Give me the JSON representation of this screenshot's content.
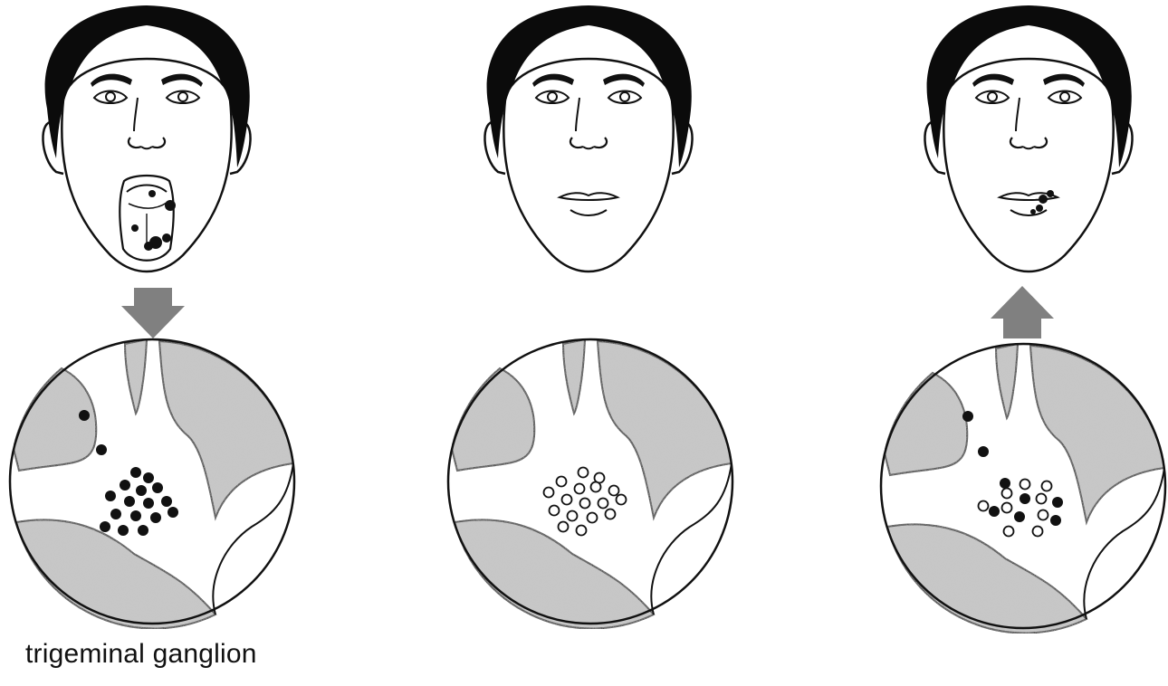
{
  "figure": {
    "label": "trigeminal ganglion",
    "panels": [
      {
        "name": "panel-active-infection",
        "face": "face-oral-lesions",
        "arrow": "down",
        "particles": "filled"
      },
      {
        "name": "panel-latent",
        "face": "face-normal",
        "arrow": "none",
        "particles": "hollow"
      },
      {
        "name": "panel-reactivation",
        "face": "face-lip-lesion",
        "arrow": "up",
        "particles": "mixed"
      }
    ]
  },
  "colors": {
    "line": "#111111",
    "hair": "#0b0b0b",
    "tissue": "#c8c8c8",
    "arrow": "#808080",
    "background": "#ffffff"
  }
}
